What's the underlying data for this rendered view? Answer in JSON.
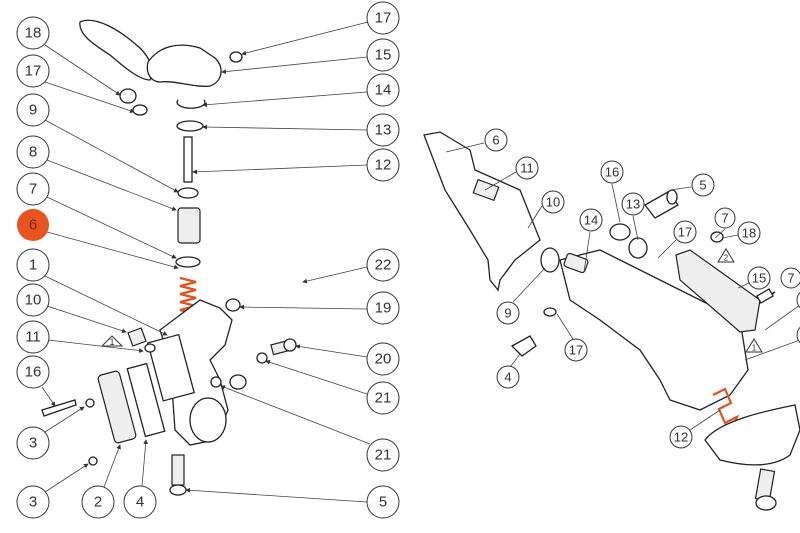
{
  "accent_color": "#e8531f",
  "left_diagram": {
    "highlighted_callout": "6",
    "callouts_left_column": [
      "18",
      "17",
      "9",
      "8",
      "7",
      "6",
      "1",
      "10",
      "11",
      "16",
      "3",
      "3"
    ],
    "callouts_bottom": [
      "2",
      "4"
    ],
    "callouts_right_column": [
      "17",
      "15",
      "14",
      "13",
      "12",
      "22",
      "19",
      "20",
      "21",
      "21",
      "5"
    ],
    "warning_marker": "1"
  },
  "right_diagram": {
    "callouts": [
      "6",
      "11",
      "10",
      "14",
      "16",
      "13",
      "5",
      "17",
      "7",
      "18",
      "15",
      "7",
      "9",
      "17",
      "4",
      "12"
    ],
    "warning_markers": [
      "2",
      "1"
    ]
  }
}
